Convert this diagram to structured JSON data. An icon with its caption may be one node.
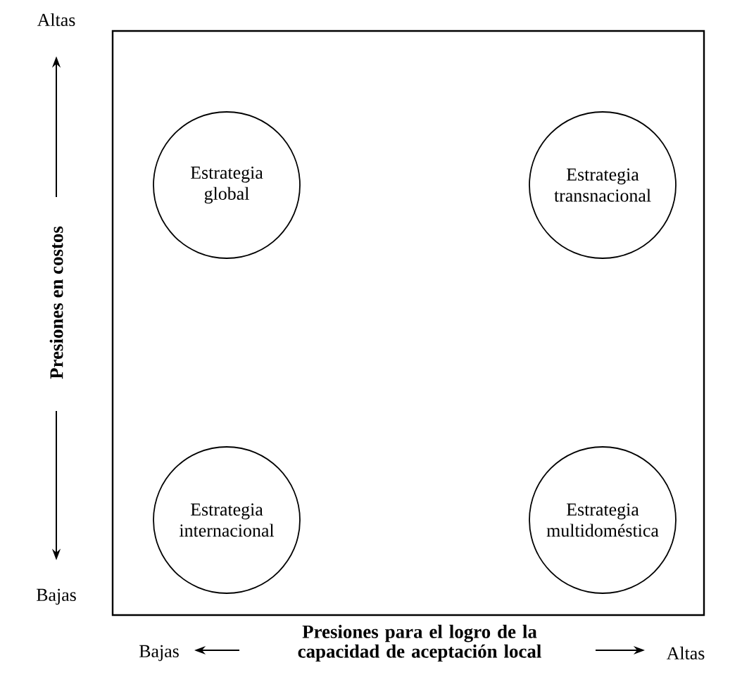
{
  "diagram": {
    "nodes": [
      {
        "text": [],
        "shape": "box"
      },
      {
        "text": [
          "Estrategia global"
        ],
        "in": 0
      },
      {
        "text": [
          "Estrategia transnacional"
        ],
        "in": 0
      },
      {
        "text": [
          "Estrategia internacional"
        ],
        "in": 0
      },
      {
        "text": [
          "Estrategia multidoméstica"
        ],
        "in": 0
      }
    ],
    "labels": [
      "Altas",
      "Presiones en costos",
      "Bajas",
      "Bajas",
      "Presiones para el logro de la capacidad de aceptación local",
      "Altas"
    ]
  }
}
